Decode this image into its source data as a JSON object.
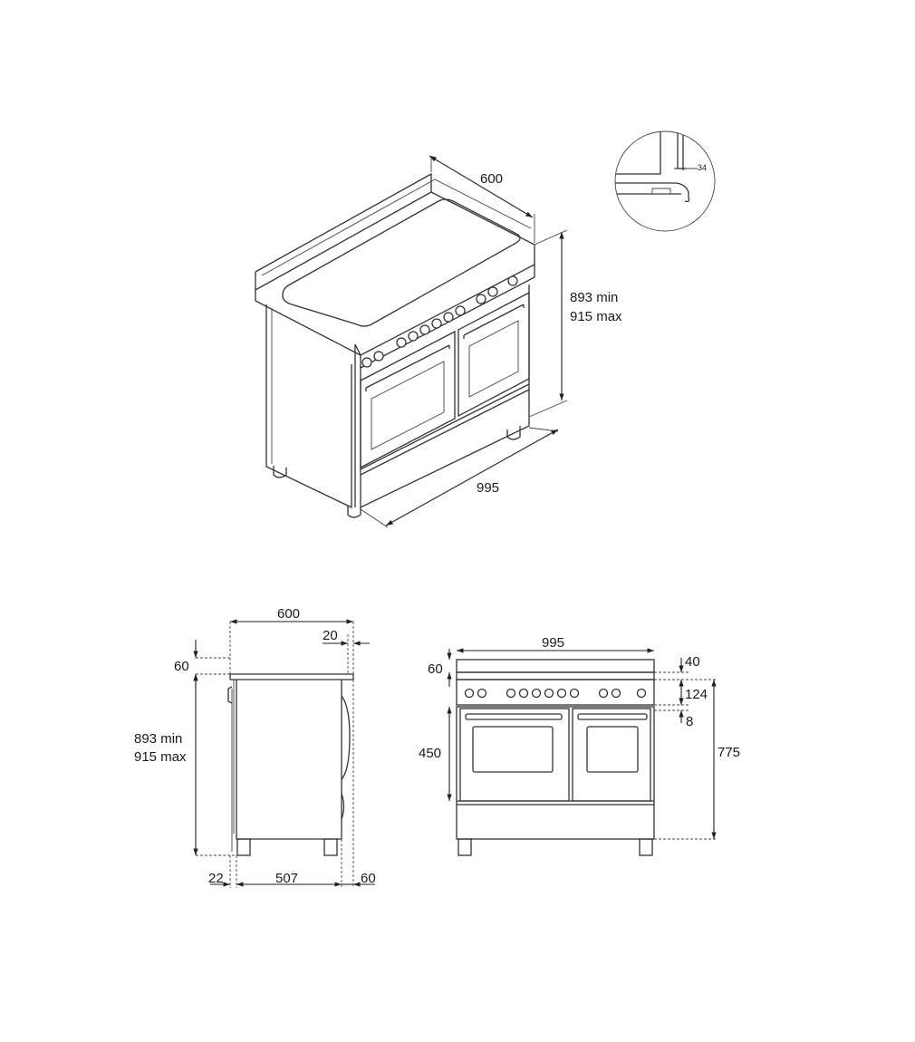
{
  "dimensions": {
    "iso_depth": "600",
    "iso_width": "995",
    "iso_height_min": "893 min",
    "iso_height_max": "915 max",
    "detail_gap": "34",
    "side_depth": "600",
    "side_backguard_offset": "20",
    "side_backguard_height": "60",
    "side_height_min": "893 min",
    "side_height_max": "915 max",
    "side_front_offset": "22",
    "side_body_depth": "507",
    "side_rear_offset": "60",
    "front_width": "995",
    "front_backguard_height": "60",
    "front_top_thickness": "40",
    "front_control_panel": "124",
    "front_gap": "8",
    "front_oven_height": "450",
    "front_body_height": "775"
  }
}
